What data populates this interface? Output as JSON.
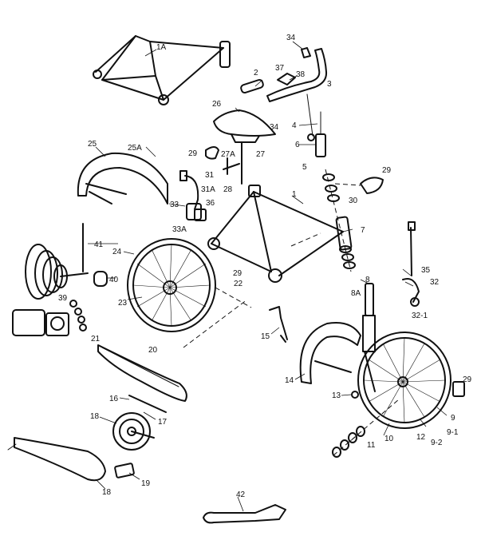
{
  "labels": [
    "1A",
    "34",
    "2",
    "37",
    "38",
    "3",
    "26",
    "34",
    "4",
    "6",
    "29",
    "27A",
    "27",
    "25",
    "25A",
    "5",
    "29",
    "31",
    "31A",
    "28",
    "30",
    "33",
    "36",
    "1",
    "33A",
    "41",
    "24",
    "7",
    "29",
    "22",
    "35",
    "32",
    "40",
    "8A",
    "8",
    "32-1",
    "39",
    "23",
    "15",
    "21",
    "20",
    "14",
    "29",
    "13",
    "16",
    "17",
    "18",
    "9",
    "9-1",
    "12",
    "9-2",
    "10",
    "11",
    "19",
    "18",
    "42"
  ]
}
